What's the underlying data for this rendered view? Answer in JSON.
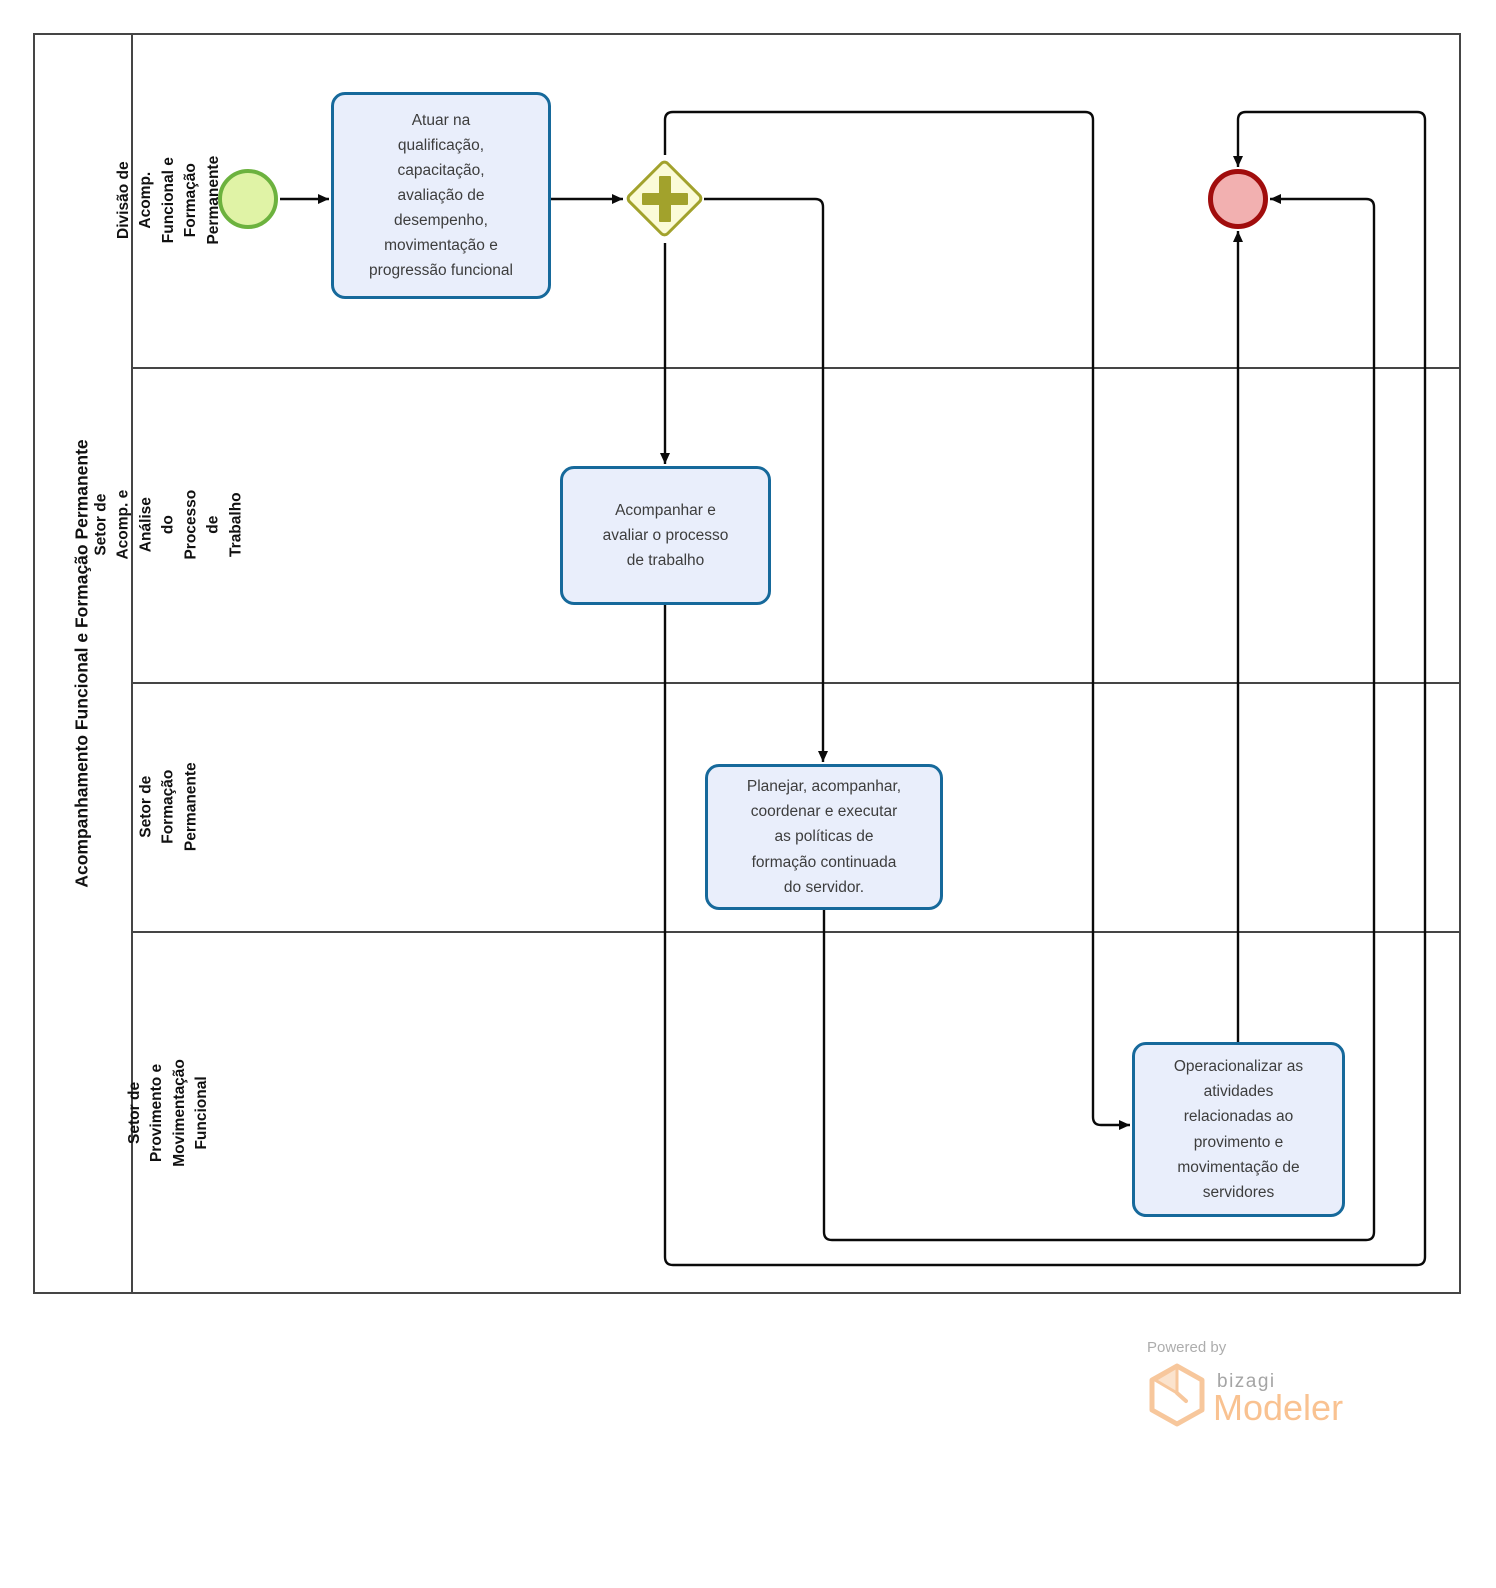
{
  "pool": {
    "title": "Acompanhamento Funcional e Formação Permanente"
  },
  "lanes": [
    {
      "label": "Divisão de Acomp. Funcional e\nFormação Permanente"
    },
    {
      "label": "Setor de Acomp. e Análise do\nProcesso de Trabalho"
    },
    {
      "label": "Setor de Formação\nPermanente"
    },
    {
      "label": "Setor de Provimento e\nMovimentação Funcional"
    }
  ],
  "nodes": {
    "start_event": {
      "type": "start-event"
    },
    "task1": {
      "label": "Atuar na\nqualificação,\ncapacitação,\navaliação de\ndesempenho,\nmovimentação e\nprogressão funcional"
    },
    "gateway": {
      "type": "parallel-gateway"
    },
    "task2": {
      "label": "Acompanhar e\navaliar o processo\nde trabalho"
    },
    "task3": {
      "label": "Planejar, acompanhar,\ncoordenar e executar\nas políticas de\nformação continuada\ndo servidor."
    },
    "task4": {
      "label": "Operacionalizar as\natividades\nrelacionadas ao\nprovimento e\nmovimentação de\nservidores"
    },
    "end_event": {
      "type": "end-event"
    }
  },
  "branding": {
    "powered_by": "Powered by",
    "brand": "bizagi",
    "product": "Modeler"
  },
  "colors": {
    "task_border": "#16699b",
    "task_fill": "#e9eefb",
    "start_border": "#6cb23e",
    "start_fill": "#e0f3a6",
    "gateway_border": "#a2a22c",
    "gateway_fill": "#fbfbd7",
    "end_border": "#a10d0d",
    "end_fill": "#f2b0b0",
    "flow_line": "#0a0a0a",
    "frame_line": "#454545",
    "brand_orange": "#f9c291",
    "brand_gray": "#a5a5a5"
  }
}
